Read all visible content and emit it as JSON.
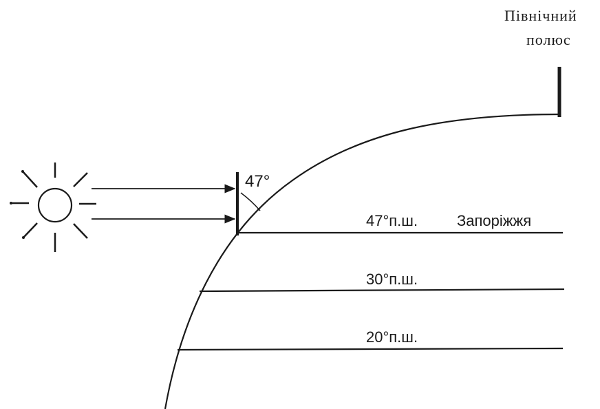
{
  "labels": {
    "pole_line1": "Північний",
    "pole_line2": "полюс",
    "angle": "47°",
    "lat_47": "47°п.ш.",
    "city": "Запоріжжя",
    "lat_30": "30°п.ш.",
    "lat_20": "20°п.ш."
  },
  "icons": {
    "sun": "sun-icon",
    "ray": "arrow-right-icon"
  },
  "colors": {
    "ink": "#1a1a1a",
    "background": "#ffffff"
  }
}
